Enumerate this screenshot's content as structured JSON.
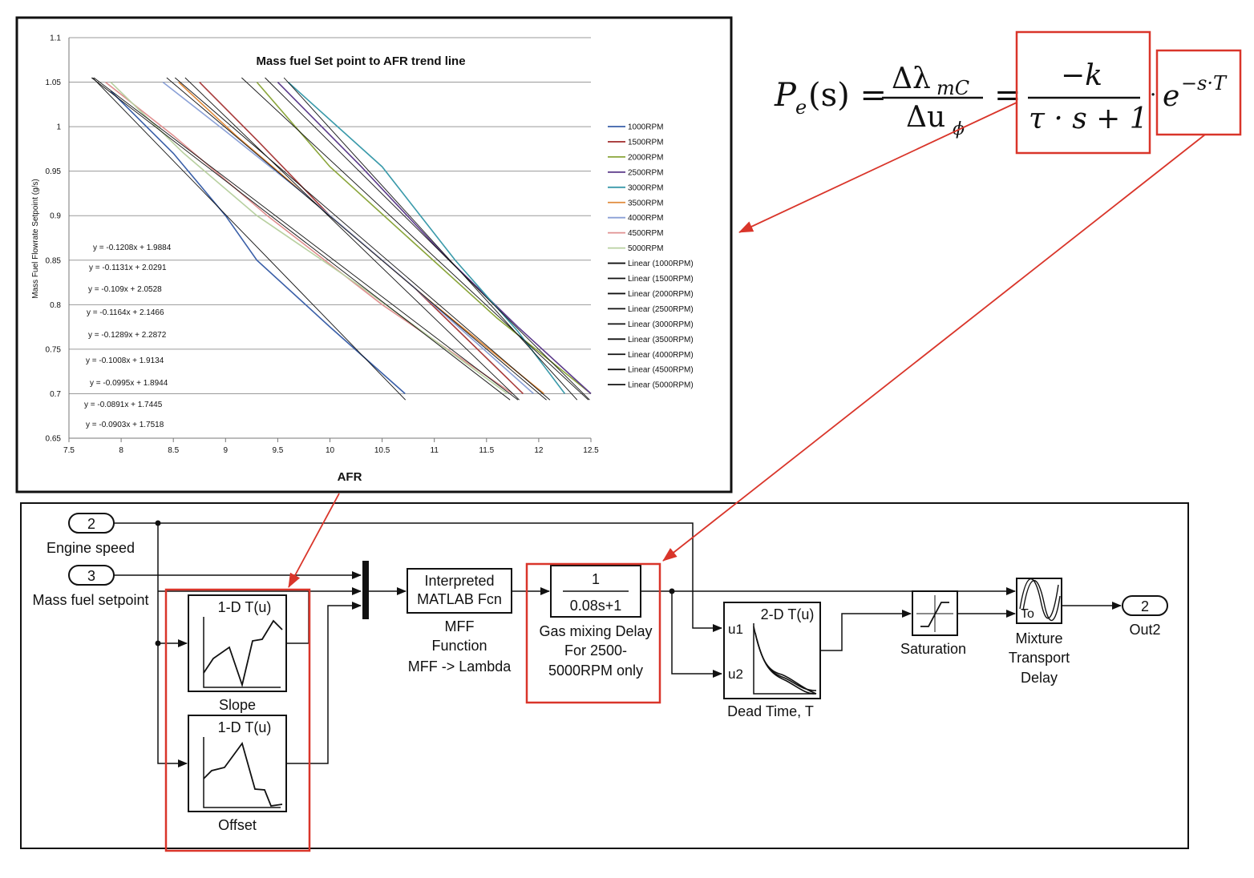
{
  "chart_data": {
    "type": "line",
    "title": "Mass fuel Set point to AFR trend line",
    "xlabel": "AFR",
    "ylabel": "Mass Fuel Flowrate Setpoint (g/s)",
    "xlim": [
      7.5,
      12.5
    ],
    "ylim": [
      0.65,
      1.1
    ],
    "xticks": [
      "7.5",
      "8",
      "8.5",
      "9",
      "9.5",
      "10",
      "10.5",
      "11",
      "11.5",
      "12",
      "12.5"
    ],
    "yticks": [
      "0.65",
      "0.7",
      "0.75",
      "0.8",
      "0.85",
      "0.9",
      "0.95",
      "1",
      "1.05",
      "1.1"
    ],
    "grid": true,
    "legend_position": "right",
    "series": [
      {
        "name": "1000RPM",
        "color": "#3a5fa8",
        "points": [
          [
            7.9,
            1.04
          ],
          [
            8.5,
            0.97
          ],
          [
            9.0,
            0.9
          ],
          [
            9.3,
            0.85
          ],
          [
            10.0,
            0.775
          ],
          [
            10.72,
            0.7
          ]
        ]
      },
      {
        "name": "1500RPM",
        "color": "#a83a3a",
        "points": [
          [
            8.75,
            1.05
          ],
          [
            9.3,
            0.985
          ],
          [
            10.0,
            0.9
          ],
          [
            10.8,
            0.82
          ],
          [
            11.85,
            0.7
          ]
        ]
      },
      {
        "name": "2000RPM",
        "color": "#8aa53a",
        "points": [
          [
            9.3,
            1.05
          ],
          [
            10.0,
            0.955
          ],
          [
            10.8,
            0.87
          ],
          [
            11.6,
            0.785
          ],
          [
            12.5,
            0.7
          ]
        ]
      },
      {
        "name": "2500RPM",
        "color": "#5b3a8a",
        "points": [
          [
            9.5,
            1.05
          ],
          [
            10.3,
            0.955
          ],
          [
            11.1,
            0.855
          ],
          [
            11.8,
            0.775
          ],
          [
            12.5,
            0.7
          ]
        ]
      },
      {
        "name": "3000RPM",
        "color": "#3a9aaa",
        "points": [
          [
            9.6,
            1.05
          ],
          [
            10.5,
            0.955
          ],
          [
            11.2,
            0.85
          ],
          [
            11.8,
            0.77
          ],
          [
            12.25,
            0.7
          ]
        ]
      },
      {
        "name": "3500RPM",
        "color": "#e08a3a",
        "points": [
          [
            8.55,
            1.05
          ],
          [
            9.1,
            0.99
          ],
          [
            10.0,
            0.9
          ],
          [
            11.0,
            0.8
          ],
          [
            12.05,
            0.7
          ]
        ]
      },
      {
        "name": "4000RPM",
        "color": "#8aa0d6",
        "points": [
          [
            8.4,
            1.05
          ],
          [
            9.0,
            0.995
          ],
          [
            9.8,
            0.92
          ],
          [
            10.8,
            0.82
          ],
          [
            11.95,
            0.7
          ]
        ]
      },
      {
        "name": "4500RPM",
        "color": "#e09090",
        "points": [
          [
            7.85,
            1.05
          ],
          [
            8.5,
            0.99
          ],
          [
            9.4,
            0.9
          ],
          [
            10.5,
            0.8
          ],
          [
            11.75,
            0.7
          ]
        ]
      },
      {
        "name": "5000RPM",
        "color": "#b8d0a0",
        "points": [
          [
            7.9,
            1.05
          ],
          [
            8.6,
            0.97
          ],
          [
            9.3,
            0.9
          ],
          [
            10.3,
            0.82
          ],
          [
            11.7,
            0.7
          ]
        ]
      },
      {
        "name": "Linear (1000RPM)",
        "color": "#111111",
        "slope": -0.1208,
        "intercept": 1.9884
      },
      {
        "name": "Linear (1500RPM)",
        "color": "#111111",
        "slope": -0.1131,
        "intercept": 2.0291
      },
      {
        "name": "Linear (2000RPM)",
        "color": "#111111",
        "slope": -0.109,
        "intercept": 2.0528
      },
      {
        "name": "Linear (2500RPM)",
        "color": "#111111",
        "slope": -0.1164,
        "intercept": 2.1466
      },
      {
        "name": "Linear (3000RPM)",
        "color": "#111111",
        "slope": -0.1289,
        "intercept": 2.2872
      },
      {
        "name": "Linear (3500RPM)",
        "color": "#111111",
        "slope": -0.1008,
        "intercept": 1.9134
      },
      {
        "name": "Linear (4000RPM)",
        "color": "#111111",
        "slope": -0.0995,
        "intercept": 1.8944
      },
      {
        "name": "Linear (4500RPM)",
        "color": "#111111",
        "slope": -0.0891,
        "intercept": 1.7445
      },
      {
        "name": "Linear (5000RPM)",
        "color": "#111111",
        "slope": -0.0903,
        "intercept": 1.7518
      }
    ],
    "annotations": [
      "y = -0.1208x + 1.9884",
      "y = -0.1131x + 2.0291",
      "y = -0.109x + 2.0528",
      "y = -0.1164x + 2.1466",
      "y = -0.1289x + 2.2872",
      "y = -0.1008x + 1.9134",
      "y = -0.0995x + 1.8944",
      "y = -0.0891x + 1.7445",
      "y = -0.0903x + 1.7518"
    ]
  },
  "equation": {
    "lhs": "P",
    "lhs_sub": "e",
    "lhs_arg": "(s) =",
    "frac1_num": "Δλ",
    "frac1_num_sub": "mC",
    "frac1_den": "Δu",
    "frac1_den_sub": "ϕ",
    "eq2": "=",
    "frac2_num": "−k",
    "frac2_den": "τ · s + 1",
    "dot": "·",
    "exp_base": "e",
    "exp_power": "−s·T"
  },
  "diagram": {
    "inport_speed_num": "2",
    "inport_speed_label": "Engine speed",
    "inport_fuel_num": "3",
    "inport_fuel_label": "Mass fuel setpoint",
    "slope_block_title": "1-D T(u)",
    "slope_block_label": "Slope",
    "offset_block_title": "1-D T(u)",
    "offset_block_label": "Offset",
    "fcn_line1": "Interpreted",
    "fcn_line2": "MATLAB Fcn",
    "fcn_label1": "MFF",
    "fcn_label2": "Function",
    "fcn_label3": "MFF -> Lambda",
    "tf_num": "1",
    "tf_den": "0.08s+1",
    "tf_label1": "Gas mixing Delay",
    "tf_label2": "For 2500-",
    "tf_label3": "5000RPM only",
    "lut2d_title": "2-D T(u)",
    "lut2d_in1": "u1",
    "lut2d_in2": "u2",
    "lut2d_label": "Dead Time, T",
    "sat_label": "Saturation",
    "delay_inner": "To",
    "delay_label1": "Mixture",
    "delay_label2": "Transport",
    "delay_label3": "Delay",
    "outport_num": "2",
    "outport_label": "Out2"
  },
  "colors": {
    "highlight": "#d9352a",
    "arrow": "#d9352a",
    "frame": "#111111"
  }
}
